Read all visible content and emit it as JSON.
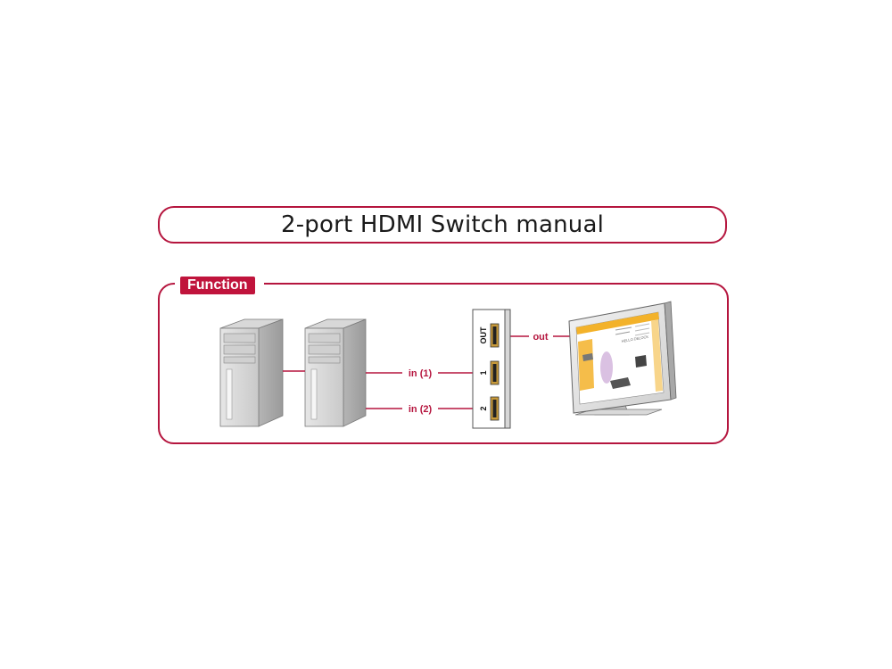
{
  "title": "2-port HDMI Switch manual",
  "section_label": "Function",
  "connections": {
    "in1": "in (1)",
    "in2": "in (2)",
    "out": "out"
  },
  "switch_ports": {
    "out": "OUT",
    "port1": "1",
    "port2": "2"
  },
  "monitor_screen_text": "HELLO DELOCK",
  "colors": {
    "accent": "#b5153e",
    "label_bg": "#c0143c",
    "screen_yellow": "#f3b22a"
  }
}
